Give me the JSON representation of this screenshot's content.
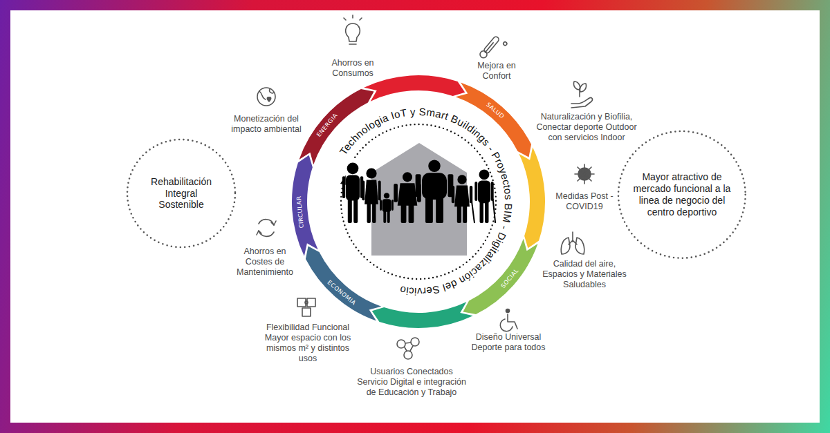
{
  "diagram": {
    "nodes": [
      {
        "text": [
          "Rehabilitación Integral Sostenible"
        ]
      },
      {
        "text": [
          "Mayor atractivo de mercado funcional a la linea de negocio del centro deportivo"
        ]
      }
    ],
    "labels": [
      "ENERGIA",
      "SALUD",
      "SOCIAL",
      "ECONOMIA",
      "CIRCULAR",
      "Technologia IoT y Smart Buildings - Proyectos BIM - Digitalización del Servicio",
      "Ahorros en Consumos",
      "Mejora en Confort",
      "Naturalización y Biofilia, Conectar deporte Outdoor con servicios Indoor",
      "Medidas Post - COVID19",
      "Calidad del aire, Espacios y Materiales Saludables",
      "Diseño Universal Deporte para todos",
      "Usuarios Conectados Servicio Digital e integración de Educación y Trabajo",
      "Flexibilidad Funcional Mayor espacio con los mismos m² y distintos usos",
      "Ahorros en Costes de Mantenimiento",
      "Monetización del impacto ambiental"
    ]
  }
}
